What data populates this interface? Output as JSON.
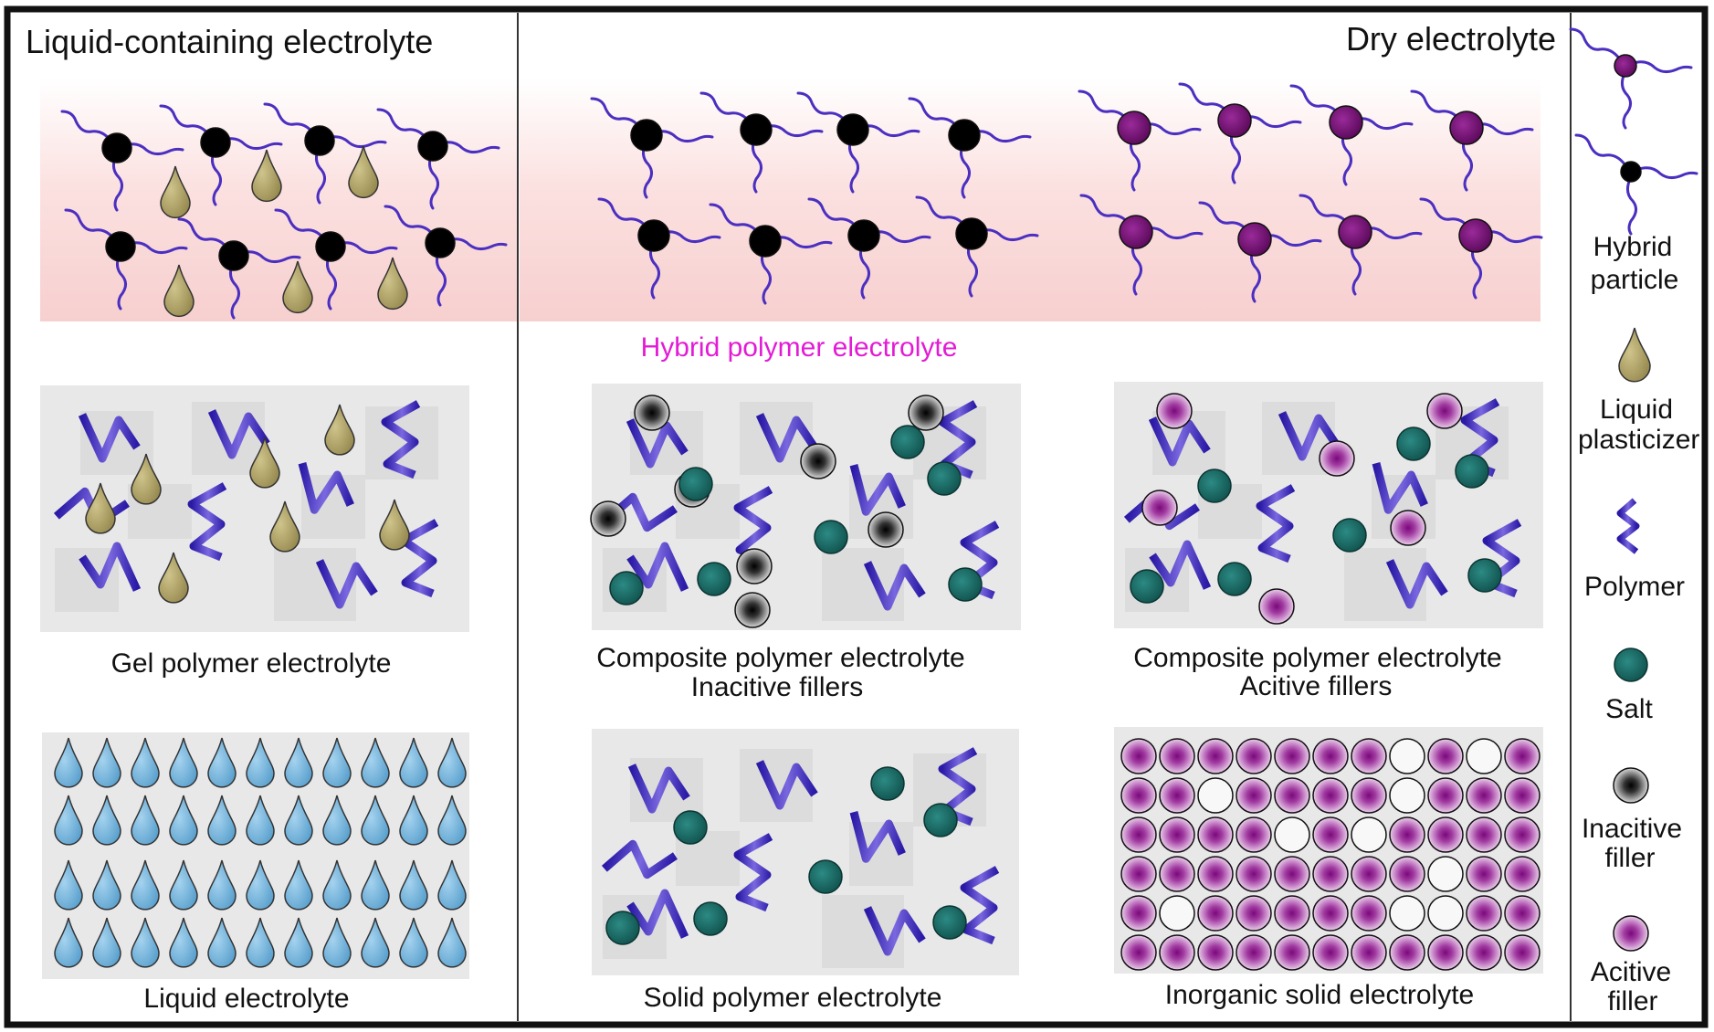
{
  "sections": {
    "liquid_heading": "Liquid-containing electrolyte",
    "dry_heading": "Dry electrolyte"
  },
  "panels": {
    "hybrid_label": "Hybrid polymer electrolyte",
    "gel": "Gel polymer electrolyte",
    "composite_inactive_line1": "Composite polymer electrolyte",
    "composite_inactive_line2": "Inacitive fillers",
    "composite_active_line1": "Composite polymer electrolyte",
    "composite_active_line2": "Acitive fillers",
    "liquid": "Liquid electrolyte",
    "solid_polymer": "Solid polymer electrolyte",
    "inorganic": "Inorganic solid electrolyte"
  },
  "legend": {
    "hybrid_line1": "Hybrid",
    "hybrid_line2": "particle",
    "plasticizer_line1": "Liquid",
    "plasticizer_line2": "plasticizer",
    "polymer": "Polymer",
    "salt": "Salt",
    "inactive_line1": "Inacitive",
    "inactive_line2": "filler",
    "active_line1": "Acitive",
    "active_line2": "filler"
  },
  "colors": {
    "hybrid_band": "#f9d3d2",
    "polymer": "#4b2fc0",
    "plasticizer": "#b3a66a",
    "salt": "#1d6f6a",
    "active_filler": "#8a1a8a",
    "hybrid_core_purple": "#6b0f6b",
    "liquid_drop": "#6fb2dc",
    "hybrid_label": "#e21cd4"
  }
}
